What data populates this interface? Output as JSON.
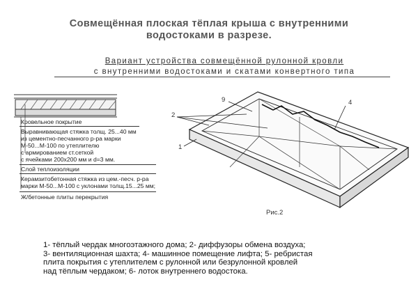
{
  "title_line1": "Совмещённая плоская тёплая крыша с внутренними",
  "title_line2": "водостоками в разрезе.",
  "subtitle_line1": "Вариант устройства совмещённой рулонной кровли",
  "subtitle_line2": "с внутренними водостоками и скатами конвертного типа",
  "layers": [
    "Кровельное покрытие",
    "Выравнивающая стяжка толщ. 25...40 мм\nиз цементно-песчанного р-ра марки\nМ-50...М-100 по утеплителю\nс армированием ст.сеткой\nс ячейками 200х200 мм и d=3 мм.",
    "Слой теплоизоляции",
    "Керамзитобетонная стяжка из цем.-песч. р-ра\nмарки М-50...М-100 с уклонами толщ.15...25 мм;",
    "Ж/бетонные плиты перекрытия"
  ],
  "figure_label": "Рис.2",
  "callouts": [
    "1",
    "2",
    "4",
    "9"
  ],
  "legend_lines": [
    "1- тёплый чердак многоэтажного дома; 2- диффузоры обмена воздуха;",
    "3- вентиляционная шахта; 4- машинное помещение лифта; 5- ребристая",
    "плита покрытия с утеплителем с рулонной или безрулонной кровлей",
    "над тёплым чердаком; 6- лоток внутреннего водостока."
  ]
}
